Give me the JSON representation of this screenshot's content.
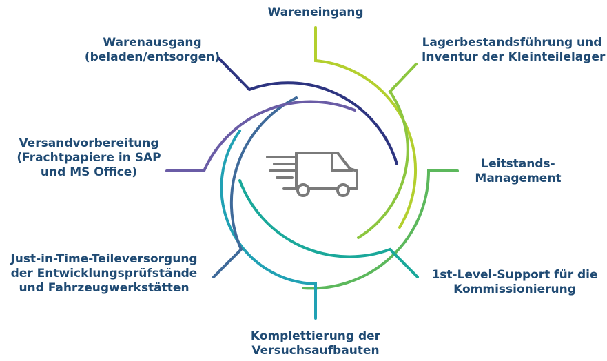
{
  "diagram": {
    "center_icon": "delivery-truck-icon",
    "colors": {
      "text": "#1f4a73",
      "icon": "#7a7a7a",
      "arc_navy": "#2d3480",
      "arc_lime": "#b3cf2e",
      "arc_green": "#7cc04a",
      "arc_lightgreen": "#5cb85c",
      "arc_teal": "#1aa89a",
      "arc_cyan": "#21a1b4",
      "arc_steel": "#3f6a9a",
      "arc_purple": "#6a5ca6"
    },
    "labels": [
      {
        "id": "wareneingang",
        "lines": [
          "Wareneingang"
        ]
      },
      {
        "id": "lager",
        "lines": [
          "Lagerbestandsführung und",
          "Inventur der Kleinteilelager"
        ]
      },
      {
        "id": "leitstand",
        "lines": [
          "Leitstands-",
          "Management"
        ]
      },
      {
        "id": "support",
        "lines": [
          "1st-Level-Support für die",
          "Kommissionierung"
        ]
      },
      {
        "id": "komplett",
        "lines": [
          "Komplettierung der",
          "Versuchsaufbauten"
        ]
      },
      {
        "id": "jit",
        "lines": [
          "Just-in-Time-Teileversorgung",
          "der Entwicklungsprüfstände",
          "und Fahrzeugwerkstätten"
        ]
      },
      {
        "id": "versand",
        "lines": [
          "Versandvorbereitung",
          "(Frachtpapiere in SAP",
          "und MS Office)"
        ]
      },
      {
        "id": "warenausgang",
        "lines": [
          "Warenausgang",
          "(beladen/entsorgen)"
        ]
      }
    ]
  }
}
